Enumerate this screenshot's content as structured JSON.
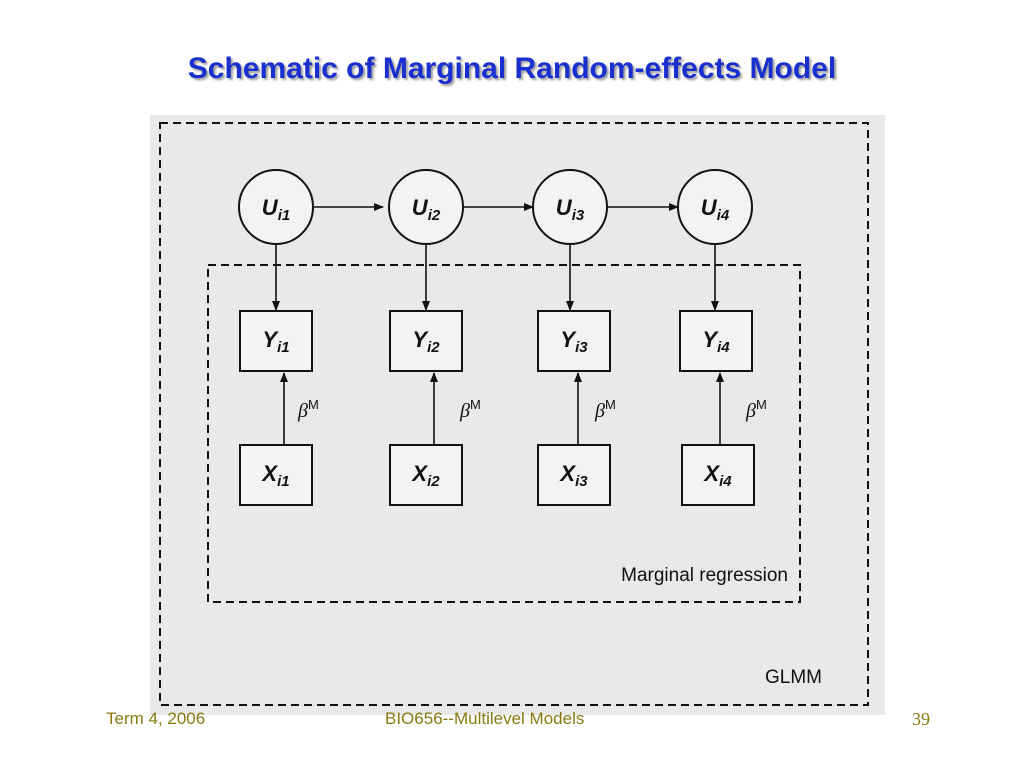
{
  "slide": {
    "title": "Schematic of Marginal Random-effects Model",
    "footer_left": "Term 4, 2006",
    "footer_center": "BIO656--Multilevel Models",
    "page_number": "39"
  },
  "diagram": {
    "outer_box_label": "GLMM",
    "inner_box_label": "Marginal regression",
    "beta_symbol": "β",
    "beta_superscript": "M",
    "columns": [
      {
        "u_main": "U",
        "u_sub": "i1",
        "y_main": "Y",
        "y_sub": "i1",
        "x_main": "X",
        "x_sub": "i1"
      },
      {
        "u_main": "U",
        "u_sub": "i2",
        "y_main": "Y",
        "y_sub": "i2",
        "x_main": "X",
        "x_sub": "i2"
      },
      {
        "u_main": "U",
        "u_sub": "i3",
        "y_main": "Y",
        "y_sub": "i3",
        "x_main": "X",
        "x_sub": "i3"
      },
      {
        "u_main": "U",
        "u_sub": "i4",
        "y_main": "Y",
        "y_sub": "i4",
        "x_main": "X",
        "x_sub": "i4"
      }
    ]
  }
}
